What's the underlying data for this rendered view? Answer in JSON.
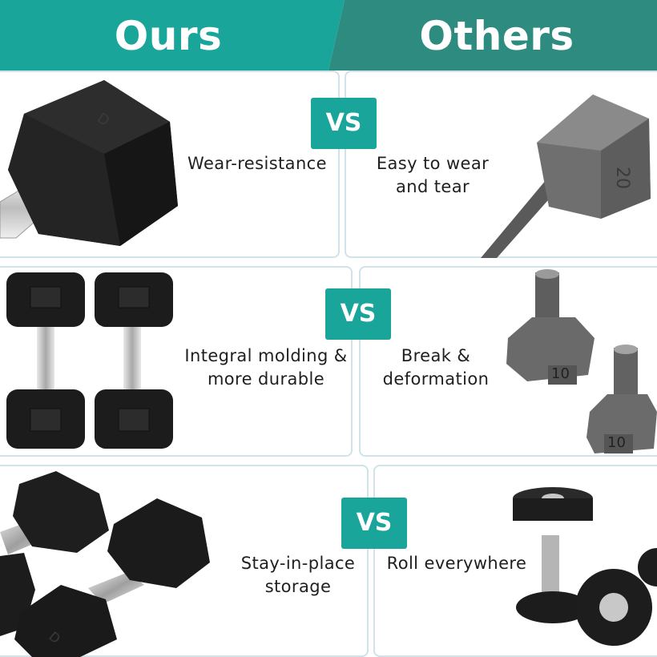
{
  "header": {
    "left_title": "Ours",
    "right_title": "Others",
    "colors": {
      "left_bg": "#1aa59b",
      "right_bg": "#2e8b80"
    }
  },
  "accent_color": "#1aa59b",
  "rows": [
    {
      "vs_label": "VS",
      "ours_caption": [
        "Wear-resistance"
      ],
      "others_caption": [
        "Easy to wear",
        "and tear"
      ],
      "ours_image": "black hexagonal rubber dumbbell head",
      "others_image": "worn cast iron hex dumbbell"
    },
    {
      "vs_label": "VS",
      "ours_caption": [
        "Integral molding &",
        "more durable"
      ],
      "others_caption": [
        "Break &",
        "deformation"
      ],
      "ours_image": "pair of hex rubber dumbbells standing upright",
      "others_image": "broken iron dumbbell pieces marked 10"
    },
    {
      "vs_label": "VS",
      "ours_caption": [
        "Stay-in-place",
        "storage"
      ],
      "others_caption": [
        "Roll everywhere"
      ],
      "ours_image": "hex rubber dumbbells resting on floor",
      "others_image": "round dumbbells rolling"
    }
  ],
  "image_text": {
    "iron_marks": [
      "10",
      "10"
    ]
  }
}
